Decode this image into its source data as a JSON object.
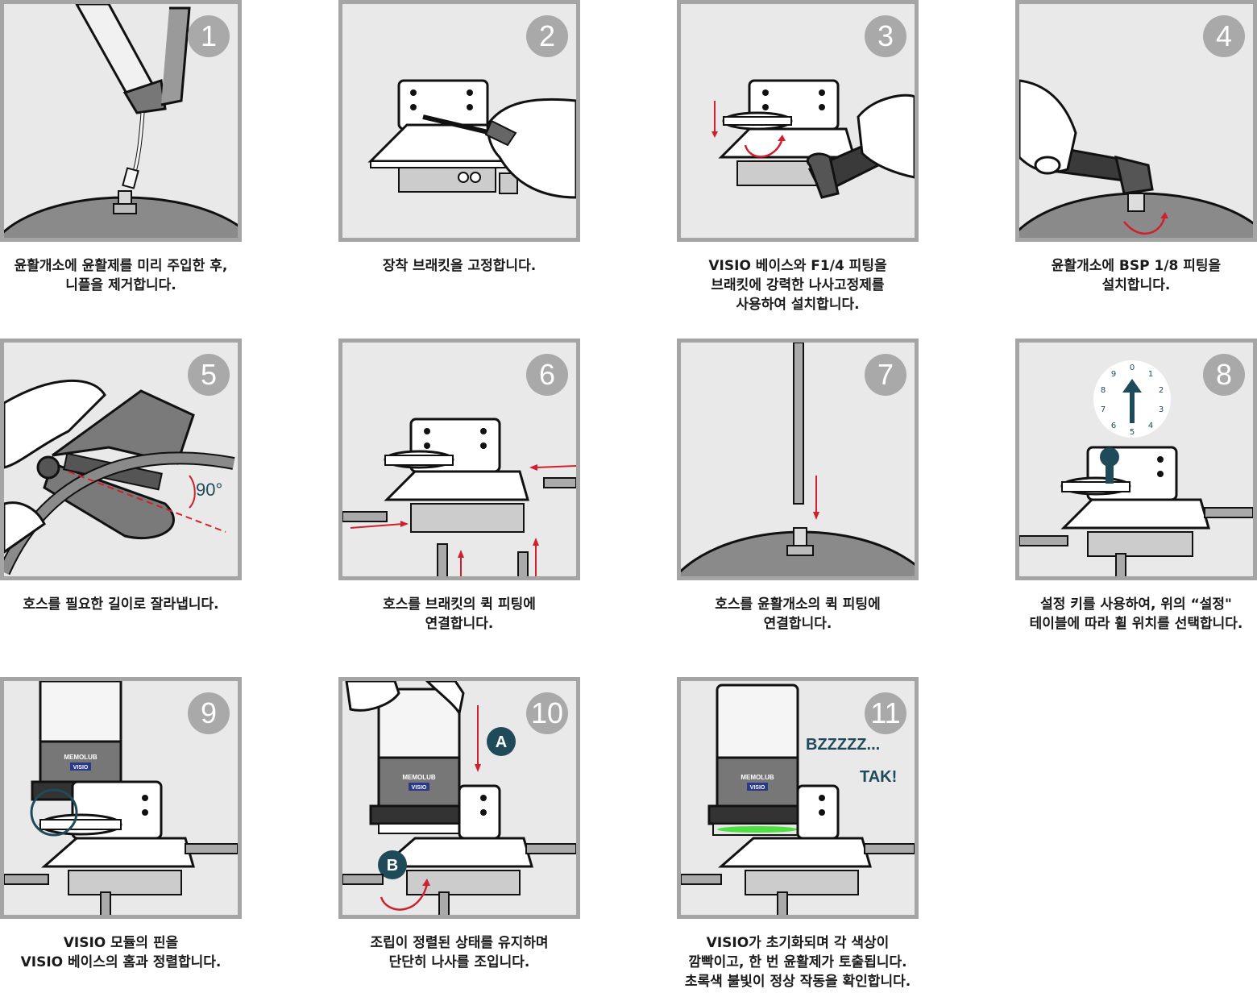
{
  "steps": [
    {
      "number": "1",
      "caption": "윤활개소에 윤활제를 미리 주입한 후,\n니플을 제거합니다."
    },
    {
      "number": "2",
      "caption": "장착 브래킷을 고정합니다."
    },
    {
      "number": "3",
      "caption": "VISIO 베이스와 F1/4 피팅을\n브래킷에 강력한 나사고정제를\n사용하여 설치합니다."
    },
    {
      "number": "4",
      "caption": "윤활개소에 BSP 1/8 피팅을\n설치합니다."
    },
    {
      "number": "5",
      "caption": "호스를 필요한 길이로 잘라냅니다.",
      "angle_label": "90°"
    },
    {
      "number": "6",
      "caption": "호스를 브래킷의 퀵 피팅에\n연결합니다."
    },
    {
      "number": "7",
      "caption": "호스를 윤활개소의 퀵 피팅에\n연결합니다."
    },
    {
      "number": "8",
      "caption": "설정 키를 사용하여, 위의 “설정\"\n테이블에 따라 휠 위치를 선택합니다.",
      "dial_digits": [
        "0",
        "1",
        "2",
        "3",
        "4",
        "5",
        "6",
        "7",
        "8",
        "9"
      ]
    },
    {
      "number": "9",
      "caption": "VISIO 모듈의 핀을\nVISIO 베이스의 홈과 정렬합니다.",
      "brand": "MEMOLUB",
      "product": "VISIO"
    },
    {
      "number": "10",
      "caption": "조립이 정렬된 상태를 유지하며\n단단히 나사를 조입니다.",
      "marker_a": "A",
      "marker_b": "B",
      "brand": "MEMOLUB",
      "product": "VISIO"
    },
    {
      "number": "11",
      "caption": "VISIO가 초기화되며 각 색상이\n깜빡이고, 한 번 윤활제가 토출됩니다.\n초록색 불빛이 정상 작동을 확인합니다.",
      "sound_1": "BZZZZZ...",
      "sound_2": "TAK!",
      "brand": "MEMOLUB",
      "product": "VISIO"
    }
  ],
  "colors": {
    "accent_red": "#d0202e",
    "marker_teal": "#1f4a5a",
    "badge_gray": "#a9a9a9",
    "panel_bg": "#e9e9e9",
    "panel_border": "#a5a5a5",
    "led_green": "#4ee040"
  }
}
